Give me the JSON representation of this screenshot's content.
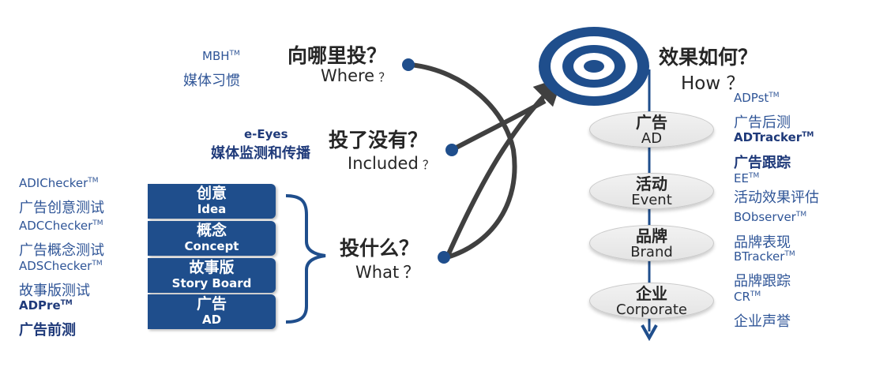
{
  "left_products": [
    {
      "name": "ADIChecker",
      "tm": "TM",
      "bold": false
    },
    {
      "name": "广告创意测试",
      "tm": "",
      "bold": false
    },
    {
      "name": "ADCChecker",
      "tm": "TM",
      "bold": false
    },
    {
      "name": "广告概念测试",
      "tm": "",
      "bold": false
    },
    {
      "name": "ADSChecker",
      "tm": "TM",
      "bold": false
    },
    {
      "name": "故事版测试",
      "tm": "",
      "bold": false
    },
    {
      "name": "ADPre",
      "tm": "TM",
      "bold": true
    },
    {
      "name": "广告前测",
      "tm": "",
      "bold": true
    }
  ],
  "top_left": {
    "mbh": "MBH",
    "tm": "TM",
    "habit": "媒体习惯"
  },
  "eeyes": {
    "name": "e-Eyes",
    "desc": "媒体监测和传播"
  },
  "stack": [
    {
      "zh": "创意",
      "en": "Idea"
    },
    {
      "zh": "概念",
      "en": "Concept"
    },
    {
      "zh": "故事版",
      "en": "Story Board"
    },
    {
      "zh": "广告",
      "en": "AD"
    }
  ],
  "questions": [
    {
      "zh": "向哪里投？",
      "en": "Where",
      "mark": "？"
    },
    {
      "zh": "投了没有？",
      "en": "Included",
      "mark": "？"
    },
    {
      "zh": "投什么？",
      "en": "What",
      "mark": "？"
    }
  ],
  "effect": {
    "zh": "效果如何？",
    "en": "How ？"
  },
  "levels": [
    {
      "zh": "广告",
      "en": "AD"
    },
    {
      "zh": "活动",
      "en": "Event"
    },
    {
      "zh": "品牌",
      "en": "Brand"
    },
    {
      "zh": "企业",
      "en": "Corporate"
    }
  ],
  "right_products": [
    {
      "name": "ADPst",
      "tm": "TM",
      "bold": false
    },
    {
      "name": "广告后测",
      "tm": "",
      "bold": false
    },
    {
      "name": "ADTracker",
      "tm": "TM",
      "bold": true
    },
    {
      "name": "广告跟踪",
      "tm": "",
      "bold": true
    },
    {
      "name": "EE",
      "tm": "TM",
      "bold": false
    },
    {
      "name": "活动效果评估",
      "tm": "",
      "bold": false
    },
    {
      "name": "BObserver",
      "tm": "TM",
      "bold": false
    },
    {
      "name": "品牌表现",
      "tm": "",
      "bold": false
    },
    {
      "name": "BTracker",
      "tm": "TM",
      "bold": false
    },
    {
      "name": "品牌跟踪",
      "tm": "",
      "bold": false
    },
    {
      "name": "CR",
      "tm": "TM",
      "bold": false
    },
    {
      "name": "企业声誉",
      "tm": "",
      "bold": false
    }
  ],
  "colors": {
    "navy": "#1f4e8c",
    "accent": "#1f3a7a",
    "arrow": "#404040"
  }
}
